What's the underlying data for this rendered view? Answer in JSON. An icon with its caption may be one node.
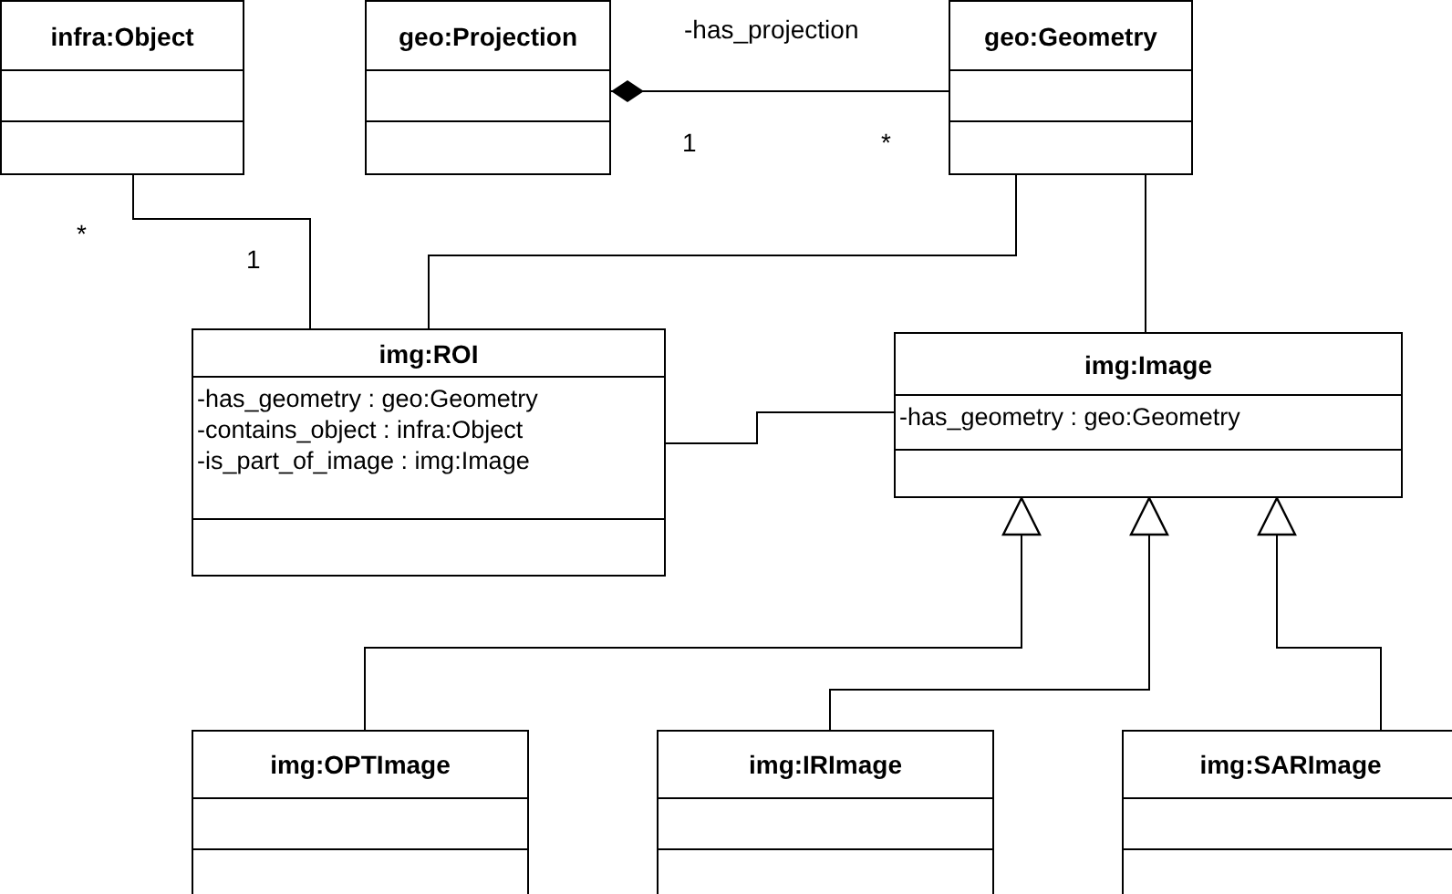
{
  "diagram": {
    "nodes": [
      {
        "text": [
          "infra:Object"
        ]
      },
      {
        "text": [
          "geo:Projection"
        ]
      },
      {
        "text": [
          "geo:Geometry"
        ]
      },
      {
        "text": [
          "img:ROI",
          "-has_geometry : geo:Geometry",
          "-contains_object : infra:Object",
          "-is_part_of_image : img:Image"
        ]
      },
      {
        "text": [
          "img:Image",
          "-has_geometry : geo:Geometry"
        ]
      },
      {
        "text": [
          "img:OPTImage"
        ]
      },
      {
        "text": [
          "img:IRImage"
        ]
      },
      {
        "text": [
          "img:SARImage"
        ]
      }
    ],
    "edges": [
      {
        "from": 2,
        "to": 1,
        "arrow": "other",
        "label": "-has_projection"
      },
      {
        "from": 0,
        "to": 3,
        "arrow": "none"
      },
      {
        "from": 2,
        "to": 3,
        "arrow": "none"
      },
      {
        "from": 2,
        "to": 4,
        "arrow": "none"
      },
      {
        "from": 3,
        "to": 4,
        "arrow": "none"
      },
      {
        "from": 5,
        "to": 4,
        "arrow": "to"
      },
      {
        "from": 6,
        "to": 4,
        "arrow": "to"
      },
      {
        "from": 7,
        "to": 4,
        "arrow": "to"
      }
    ],
    "labels": [
      "1",
      "*",
      "*",
      "1"
    ]
  }
}
